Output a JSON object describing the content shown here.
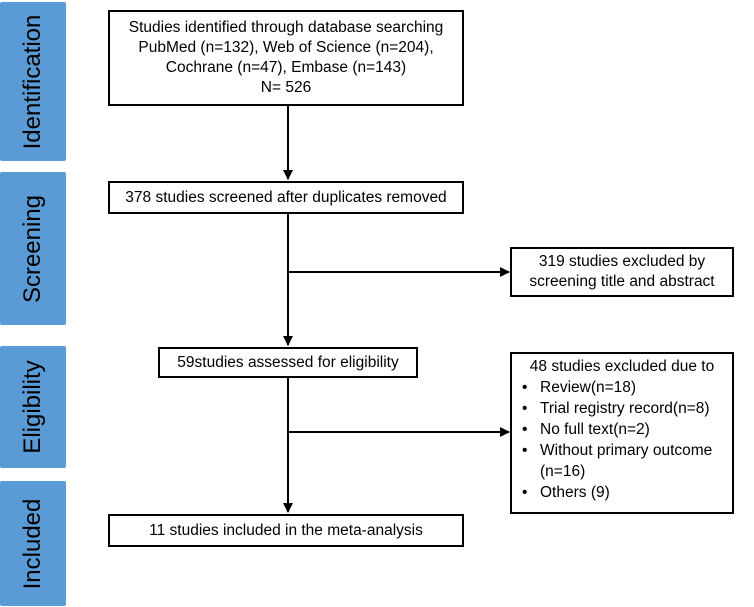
{
  "phases": {
    "identification": "Identification",
    "screening": "Screening",
    "eligibility": "Eligibility",
    "included": "Included"
  },
  "boxes": {
    "identified": {
      "line1": "Studies identified through database searching",
      "line2": "PubMed (n=132), Web of Science (n=204),",
      "line3": "Cochrane (n=47), Embase (n=143)",
      "line4": "N= 526"
    },
    "screened": "378 studies screened after duplicates removed",
    "excluded_screening": {
      "line1": "319 studies excluded by",
      "line2": "screening title and abstract"
    },
    "assessed": "59studies assessed for eligibility",
    "excluded_eligibility": {
      "heading": "48 studies excluded due to",
      "items": [
        "Review(n=18)",
        "Trial registry record(n=8)",
        "No full text(n=2)",
        "Without primary outcome (n=16)",
        "Others (9)"
      ]
    },
    "included": "11 studies included in the meta-analysis"
  }
}
